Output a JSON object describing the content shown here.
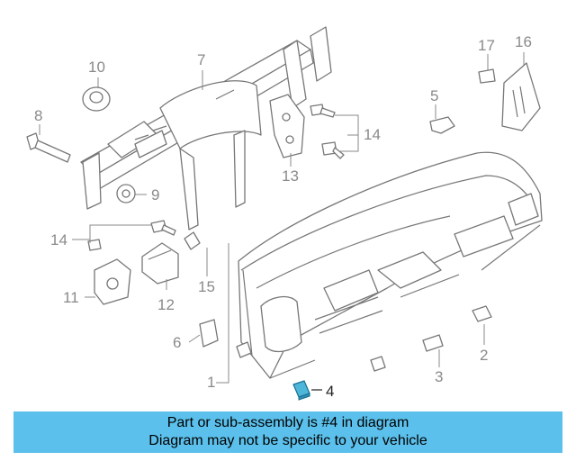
{
  "diagram": {
    "highlight_color": "#4db6d9",
    "highlighted_part": "4",
    "callouts": {
      "c1": "1",
      "c2": "2",
      "c3": "3",
      "c4": "4",
      "c5": "5",
      "c6": "6",
      "c7": "7",
      "c8": "8",
      "c9": "9",
      "c10": "10",
      "c11": "11",
      "c12": "12",
      "c13": "13",
      "c14a": "14",
      "c14b": "14",
      "c15": "15",
      "c16": "16",
      "c17": "17"
    }
  },
  "banner": {
    "background": "#5bc0eb",
    "line1": "Part or sub-assembly is #4 in diagram",
    "line2": "Diagram may not be specific to your vehicle"
  }
}
